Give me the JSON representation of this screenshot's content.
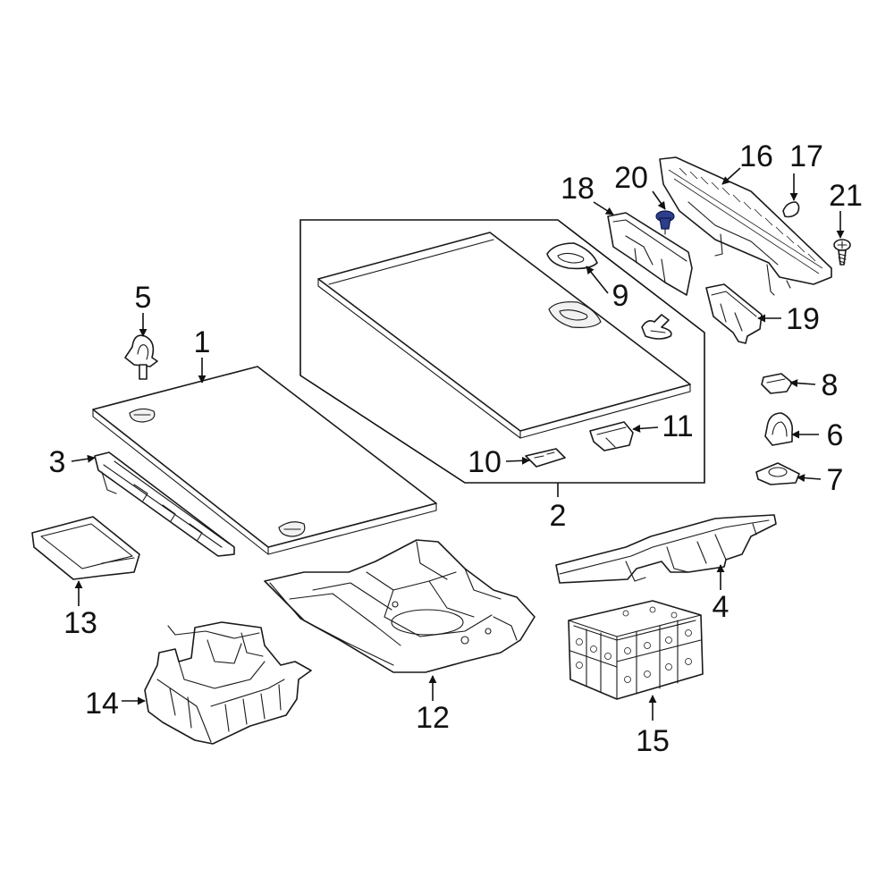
{
  "diagram": {
    "highlight_color": "#2c3e8c",
    "callouts": [
      "1",
      "2",
      "3",
      "4",
      "5",
      "6",
      "7",
      "8",
      "9",
      "10",
      "11",
      "12",
      "13",
      "14",
      "15",
      "16",
      "17",
      "18",
      "19",
      "20",
      "21"
    ]
  }
}
